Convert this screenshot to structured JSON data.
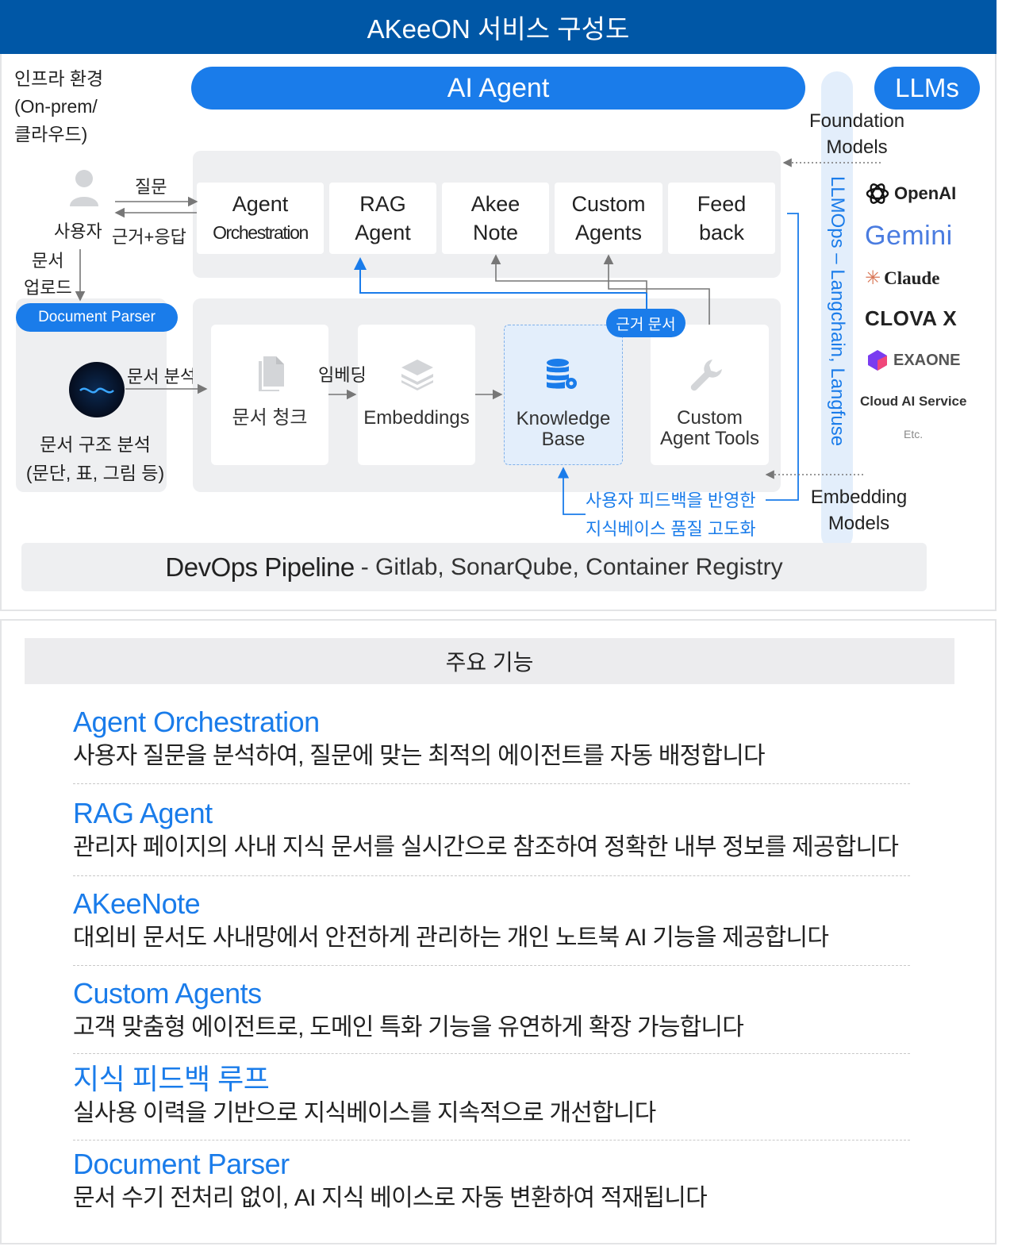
{
  "header": {
    "title": "AKeeON 서비스 구성도"
  },
  "infra": {
    "lines": [
      "인프라 환경",
      "(On-prem/",
      "클라우드)"
    ]
  },
  "ai_agent": {
    "label": "AI Agent"
  },
  "llms": {
    "label": "LLMs",
    "foundation_label": "Foundation\nModels",
    "embedding_label": "Embedding\nModels",
    "providers": [
      "OpenAI",
      "Gemini",
      "Claude",
      "CLOVA X",
      "EXAONE",
      "Cloud AI Service",
      "Etc."
    ]
  },
  "llmops": {
    "label": "LLMOps – Langchain, Langfuse"
  },
  "user": {
    "label": "사용자",
    "question_label": "질문",
    "answer_label": "근거+응답",
    "upload_label_line1": "문서",
    "upload_label_line2": "업로드"
  },
  "agents": [
    {
      "line1": "Agent",
      "line2": "Orchestration"
    },
    {
      "line1": "RAG",
      "line2": "Agent"
    },
    {
      "line1": "Akee",
      "line2": "Note"
    },
    {
      "line1": "Custom",
      "line2": "Agents"
    },
    {
      "line1": "Feed",
      "line2": "back"
    }
  ],
  "parser": {
    "label": "Document Parser",
    "analysis_edge": "문서 분석",
    "structure_line1": "문서 구조 분석",
    "structure_line2": "(문단, 표, 그림 등)"
  },
  "knowledge": {
    "chunk_label": "문서 청크",
    "embed_edge": "임베딩",
    "embeddings_label": "Embeddings",
    "kb_line1": "Knowledge",
    "kb_line2": "Base",
    "tools_line1": "Custom",
    "tools_line2": "Agent Tools",
    "evidence_label": "근거 문서"
  },
  "feedback_note": {
    "line1": "사용자 피드백을 반영한",
    "line2": "지식베이스 품질 고도화"
  },
  "devops": {
    "title": "DevOps Pipeline",
    "rest": "- Gitlab, SonarQube, Container Registry"
  },
  "features": {
    "header": "주요 기능",
    "items": [
      {
        "title": "Agent Orchestration",
        "desc": "사용자 질문을 분석하여, 질문에 맞는 최적의 에이전트를 자동 배정합니다"
      },
      {
        "title": "RAG Agent",
        "desc": "관리자 페이지의 사내 지식 문서를 실시간으로 참조하여 정확한 내부 정보를 제공합니다"
      },
      {
        "title": "AKeeNote",
        "desc": "대외비 문서도 사내망에서 안전하게 관리하는 개인 노트북 AI 기능을 제공합니다"
      },
      {
        "title": "Custom Agents",
        "desc": "고객 맞춤형 에이전트로, 도메인 특화 기능을 유연하게 확장 가능합니다"
      },
      {
        "title": "지식 피드백 루프",
        "desc": "실사용 이력을 기반으로 지식베이스를 지속적으로 개선합니다"
      },
      {
        "title": "Document Parser",
        "desc": "문서 수기 전처리 없이, AI 지식 베이스로 자동 변환하여 적재됩니다"
      }
    ]
  },
  "colors": {
    "header_blue": "#0057a6",
    "accent_blue": "#1a7cea",
    "panel_gray": "#eeeff1"
  }
}
